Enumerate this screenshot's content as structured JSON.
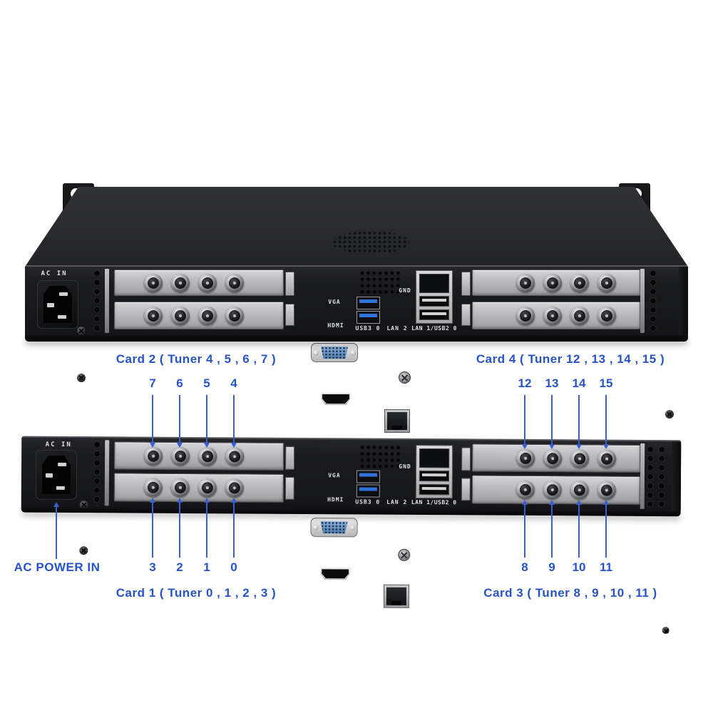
{
  "colors": {
    "annotation_blue": "#2653cb",
    "chassis_dark": "#1a1b1e",
    "faceplate_silver": "#b9b9bb",
    "usb3_blue": "#2f72d8",
    "vga_blue": "#5c88bf"
  },
  "panel": {
    "ac_in": "AC IN",
    "vga": "VGA",
    "hdmi": "HDMI",
    "usb3": "USB3 0",
    "lan2": "LAN 2",
    "lan1_usb2": "LAN 1/USB2 0",
    "gnd": "GND"
  },
  "annotations": {
    "card2_label": "Card 2 ( Tuner 4 , 5 , 6 , 7 )",
    "card4_label": "Card 4 ( Tuner 12 , 13 , 14 , 15 )",
    "card1_label": "Card 1 ( Tuner 0 , 1 , 2 , 3 )",
    "card3_label": "Card 3 ( Tuner 8 , 9 , 10 , 11 )",
    "ac_power_in": "AC POWER IN",
    "top_left_numbers": [
      "7",
      "6",
      "5",
      "4"
    ],
    "top_right_numbers": [
      "12",
      "13",
      "14",
      "15"
    ],
    "bottom_left_numbers": [
      "3",
      "2",
      "1",
      "0"
    ],
    "bottom_right_numbers": [
      "8",
      "9",
      "10",
      "11"
    ]
  }
}
